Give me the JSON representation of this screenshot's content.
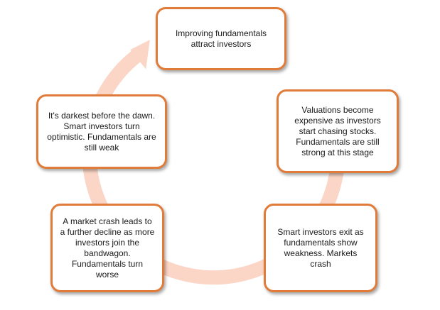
{
  "diagram": {
    "type": "cycle",
    "colors": {
      "ring": "#fbd5c6",
      "node_border": "#e07b39",
      "node_fill": "#ffffff",
      "text": "#1a1a1a"
    },
    "nodes": [
      {
        "id": "n1",
        "text": "Improving fundamentals attract investors"
      },
      {
        "id": "n2",
        "text": "Valuations become expensive as investors start chasing stocks. Fundamentals are still strong at this stage"
      },
      {
        "id": "n3",
        "text": "Smart investors exit as fundamentals show weakness. Markets crash"
      },
      {
        "id": "n4",
        "text": "A market crash leads to a further decline as more investors join the bandwagon. Fundamentals turn worse"
      },
      {
        "id": "n5",
        "text": "It's darkest before the dawn. Smart investors turn optimistic. Fundamentals are still weak"
      }
    ]
  }
}
